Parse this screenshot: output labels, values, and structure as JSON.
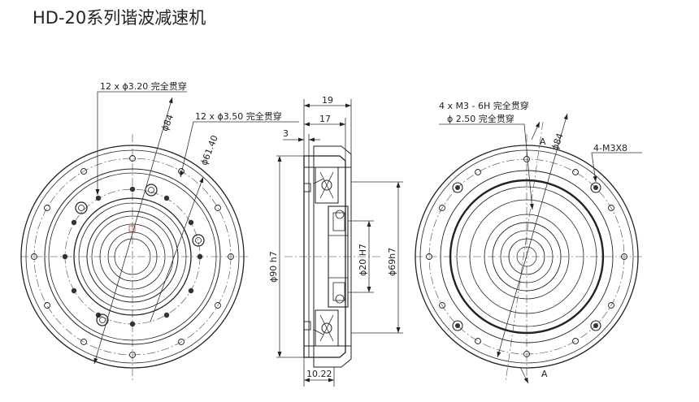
{
  "title": "HD-20系列谐波减速机",
  "labels": {
    "holes_outer": "12 x ϕ3.20 完全贯穿",
    "holes_inner": "12 x ϕ3.50 完全贯穿",
    "dia_84_left": "ϕ84",
    "dia_61_40": "ϕ61.40",
    "dim_19": "19",
    "dim_17": "17",
    "dim_3": "3",
    "dim_90h7": "ϕ90 h7",
    "dim_20H7": "ϕ20 H7",
    "dim_69h7": "ϕ69h7",
    "dim_10_22": "10.22",
    "thread_holes": "4 x  M3 - 6H 完全贯穿",
    "thread_drill": "ϕ 2.50 完全贯穿",
    "dia_84_right": "ϕ84",
    "section_a_top": "A",
    "section_a_bottom": "A",
    "thread_m3x8": "4-M3X8"
  }
}
